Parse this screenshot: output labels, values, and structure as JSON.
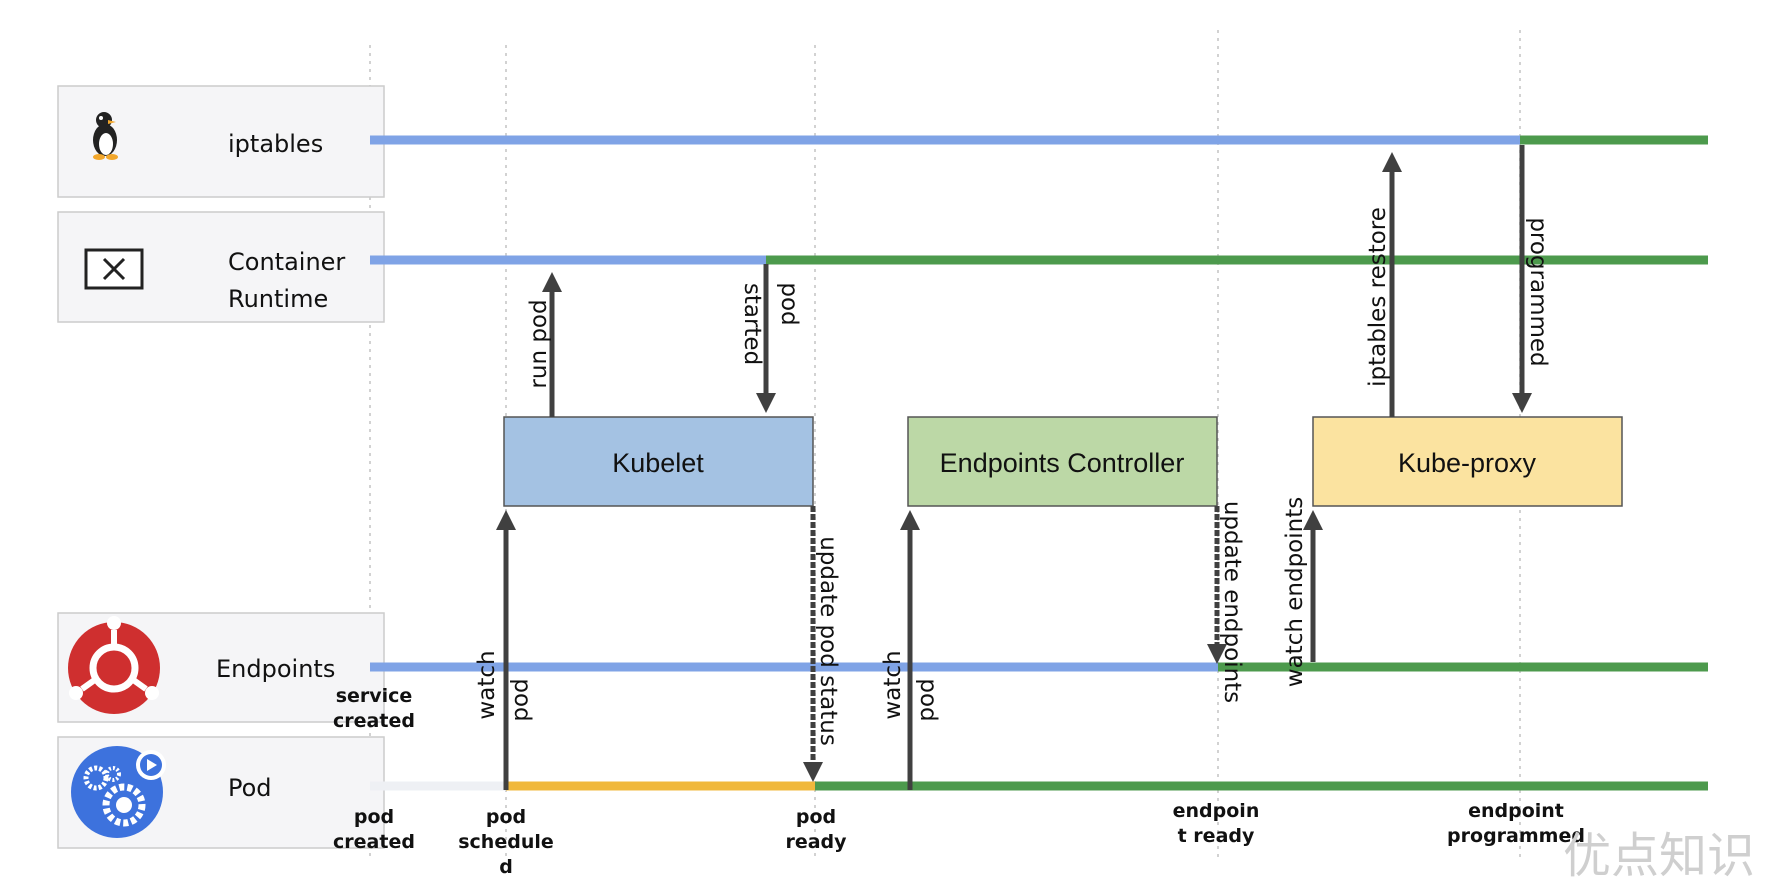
{
  "rows": [
    {
      "id": "iptables",
      "label_lines": [
        "iptables"
      ],
      "icon": "penguin-icon"
    },
    {
      "id": "runtime",
      "label_lines": [
        "Container",
        "Runtime"
      ],
      "icon": "container-x-icon"
    },
    {
      "id": "endpoints",
      "label_lines": [
        "Endpoints"
      ],
      "icon": "endpoints-icon"
    },
    {
      "id": "pod",
      "label_lines": [
        "Pod"
      ],
      "icon": "pod-gears-icon"
    }
  ],
  "components": [
    {
      "id": "kubelet",
      "label": "Kubelet",
      "fill": "#a4c2e3"
    },
    {
      "id": "endpoints-controller",
      "label": "Endpoints Controller",
      "fill": "#bcd8a6"
    },
    {
      "id": "kube-proxy",
      "label": "Kube-proxy",
      "fill": "#fbe3a0"
    }
  ],
  "arrows": {
    "run_pod": [
      "run pod"
    ],
    "pod_started": [
      "pod",
      "started"
    ],
    "iptables_restore": [
      "iptables restore"
    ],
    "programmed": [
      "programmed"
    ],
    "watch_pod_1": [
      "watch",
      "pod"
    ],
    "update_pod_status": [
      "update pod status"
    ],
    "watch_pod_2": [
      "watch",
      "pod"
    ],
    "update_endpoints": [
      "update endpoints"
    ],
    "watch_endpoints": [
      "watch endpoints"
    ]
  },
  "milestones": {
    "service_created": [
      "service",
      "created"
    ],
    "pod_created": [
      "pod",
      "created"
    ],
    "pod_scheduled": [
      "pod",
      "schedule",
      "d"
    ],
    "pod_ready": [
      "pod",
      "ready"
    ],
    "endpoint_ready": [
      "endpoin",
      "t ready"
    ],
    "endpoint_programmed": [
      "endpoint",
      "programmed"
    ]
  },
  "colors": {
    "pending": "#7fa3e6",
    "active": "#4d9a4d",
    "scheduled": "#f0b83c",
    "not_created": "#eef0f4",
    "arrow": "#404040",
    "guide": "#c4c4c4"
  },
  "watermark": "优点知识"
}
